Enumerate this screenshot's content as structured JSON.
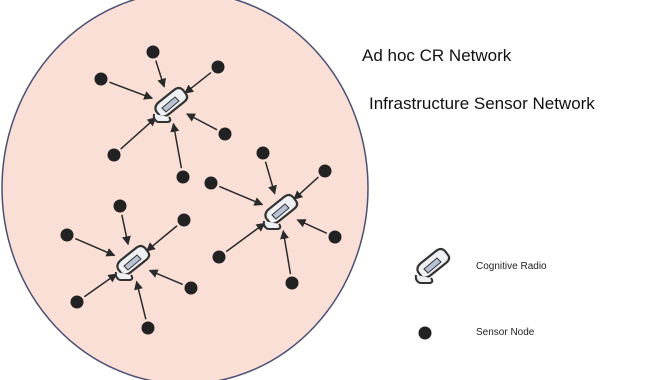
{
  "labels": {
    "ad_hoc": "Ad hoc CR Network",
    "infrastructure": "Infrastructure Sensor Network"
  },
  "legend": {
    "cognitive_radio": "Cognitive Radio",
    "sensor_node": "Sensor Node"
  },
  "colors": {
    "area_fill": "#f9dfd5",
    "area_stroke": "#4a4f73",
    "node": "#222222",
    "arrow": "#2a2a2a",
    "device_body": "#eef0f3",
    "device_stroke": "#333333",
    "device_screen": "#b8c2d2"
  },
  "icons": {
    "cognitive_radio": "phone-icon",
    "sensor_node": "dot-icon"
  }
}
